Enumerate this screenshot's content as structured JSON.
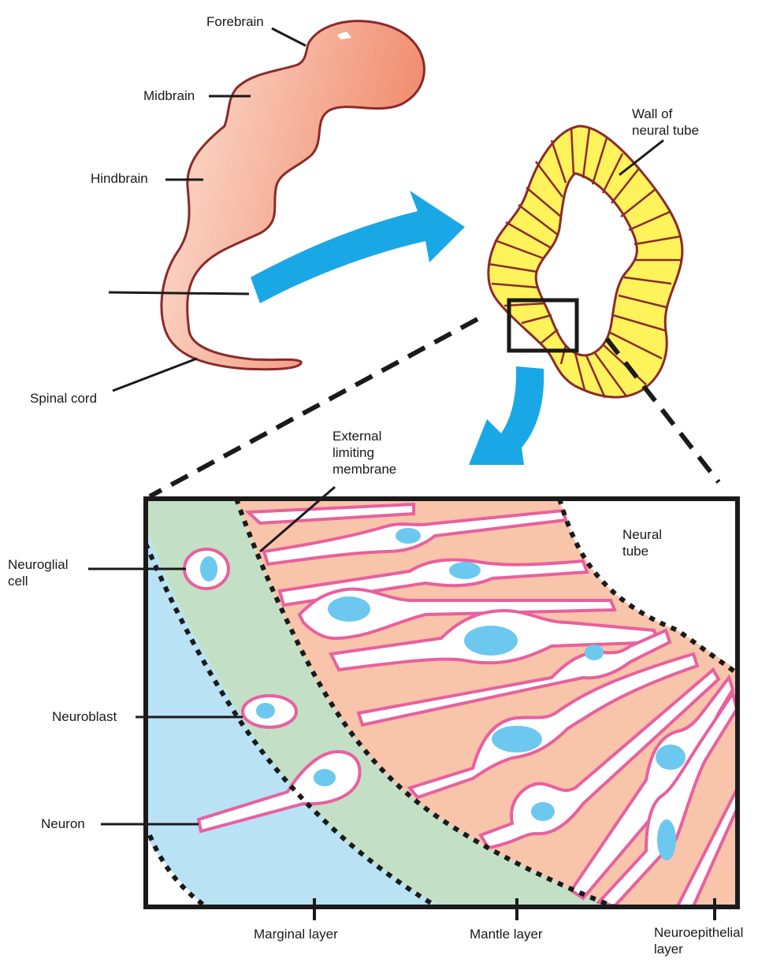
{
  "labels": {
    "forebrain": "Forebrain",
    "midbrain": "Midbrain",
    "hindbrain": "Hindbrain",
    "spinal_cord": "Spinal cord",
    "wall_of_neural_tube": "Wall of\nneural tube",
    "external_limiting_membrane": "External\nlimiting\nmembrane",
    "neural_tube": "Neural\ntube",
    "neuroglial_cell": "Neuroglial\ncell",
    "neuroblast": "Neuroblast",
    "neuron": "Neuron",
    "marginal_layer": "Marginal layer",
    "mantle_layer": "Mantle layer",
    "neuroepithelial_layer": "Neuroepithelial\nlayer"
  },
  "colors": {
    "embryo_fill": "#f6b49a",
    "embryo_outline": "#8b2a2a",
    "tube_wall_fill": "#fff35c",
    "arrow": "#1aa7e6",
    "marginal_layer": "#b9e2f5",
    "mantle_layer": "#c3e0c6",
    "neuroepithelial_layer": "#f8c4aa",
    "cell_membrane": "#e8609e",
    "nucleus": "#6cc8ef",
    "outline": "#1a1a1a"
  }
}
